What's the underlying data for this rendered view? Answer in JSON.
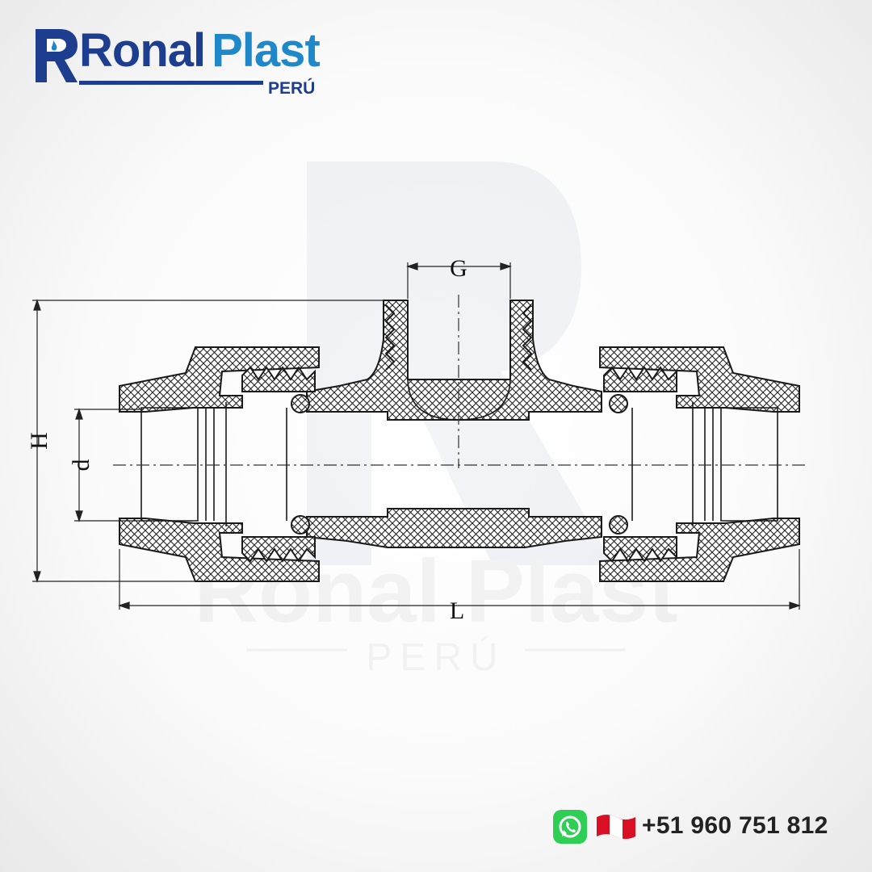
{
  "brand": {
    "name_part1": "Ronal",
    "name_part2": "Plast",
    "country": "PERÚ",
    "watermark_name": "Ronal Plast",
    "watermark_country": "PERÚ"
  },
  "diagram": {
    "dimension_labels": {
      "thread": "G",
      "height": "H",
      "diameter": "d",
      "length": "L"
    }
  },
  "contact": {
    "phone": "+51 960 751 812",
    "whatsapp_icon": "whatsapp-icon",
    "flag_icon": "peru-flag-icon"
  },
  "colors": {
    "brand_dark": "#1d3d8f",
    "brand_light": "#1e88c8",
    "whatsapp": "#2fcf55",
    "flag_red": "#d91023"
  }
}
